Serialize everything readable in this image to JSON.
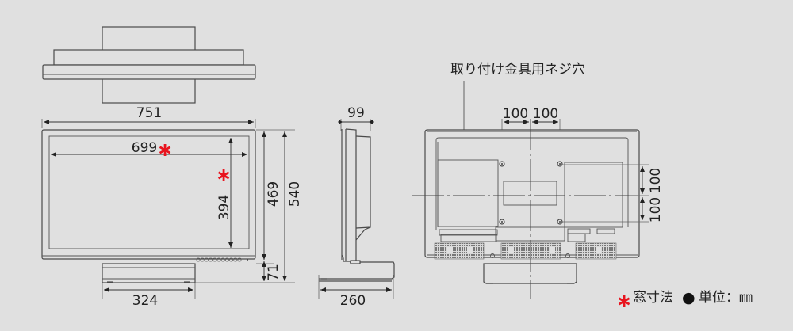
{
  "diagram": {
    "subject": "Monitor outline dimensions",
    "views": [
      "top",
      "front",
      "side",
      "rear"
    ],
    "front": {
      "width": "751",
      "screen_width": "699",
      "screen_height": "394",
      "body_height": "469",
      "total_height": "540",
      "stand_height": "71",
      "stand_width": "324",
      "button_count": 11
    },
    "side": {
      "depth": "99",
      "stand_depth": "260"
    },
    "rear": {
      "mount_label": "取り付け金具用ネジ穴",
      "vesa_h_left": "100",
      "vesa_h_right": "100",
      "vesa_v_top": "100",
      "vesa_v_bottom": "100"
    },
    "legend": {
      "window_mark": "∗",
      "window_label": "窓寸法",
      "unit_mark": "●",
      "unit_label": "単位：㎜"
    },
    "colors": {
      "background": "#e0e0e0",
      "line": "#4a4a4a",
      "accent_star": "#e8141e"
    }
  }
}
